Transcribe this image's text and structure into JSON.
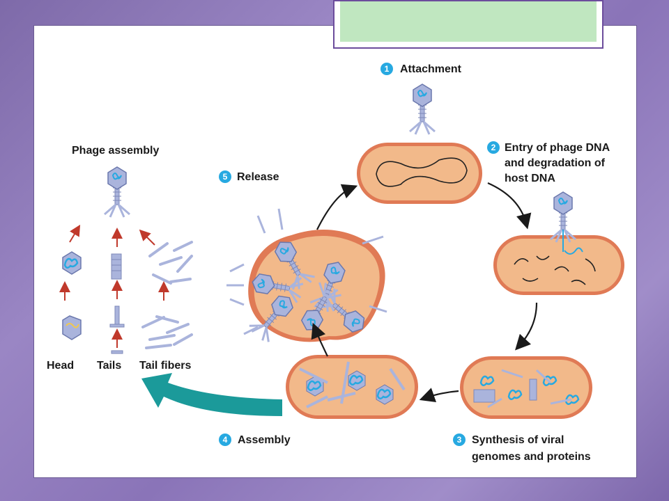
{
  "steps": [
    {
      "num": "1",
      "label_lines": [
        "Attachment"
      ]
    },
    {
      "num": "2",
      "label_lines": [
        "Entry of phage DNA",
        "and degradation of",
        "host DNA"
      ]
    },
    {
      "num": "3",
      "label_lines": [
        "Synthesis of viral",
        "genomes and proteins"
      ]
    },
    {
      "num": "4",
      "label_lines": [
        "Assembly"
      ]
    },
    {
      "num": "5",
      "label_lines": [
        "Release"
      ]
    }
  ],
  "assembly": {
    "title": "Phage assembly",
    "parts": [
      "Head",
      "Tails",
      "Tail fibers"
    ]
  },
  "colors": {
    "cell_fill": "#f2b98a",
    "cell_rim": "#e07a55",
    "phage": "#aab4dc",
    "phage_dna": "#27a9e1",
    "step_circle": "#27a9e1",
    "teal_arrow": "#1b9a9a",
    "red_arrow": "#c0392b",
    "title_box_fill": "#c0e7c0"
  }
}
